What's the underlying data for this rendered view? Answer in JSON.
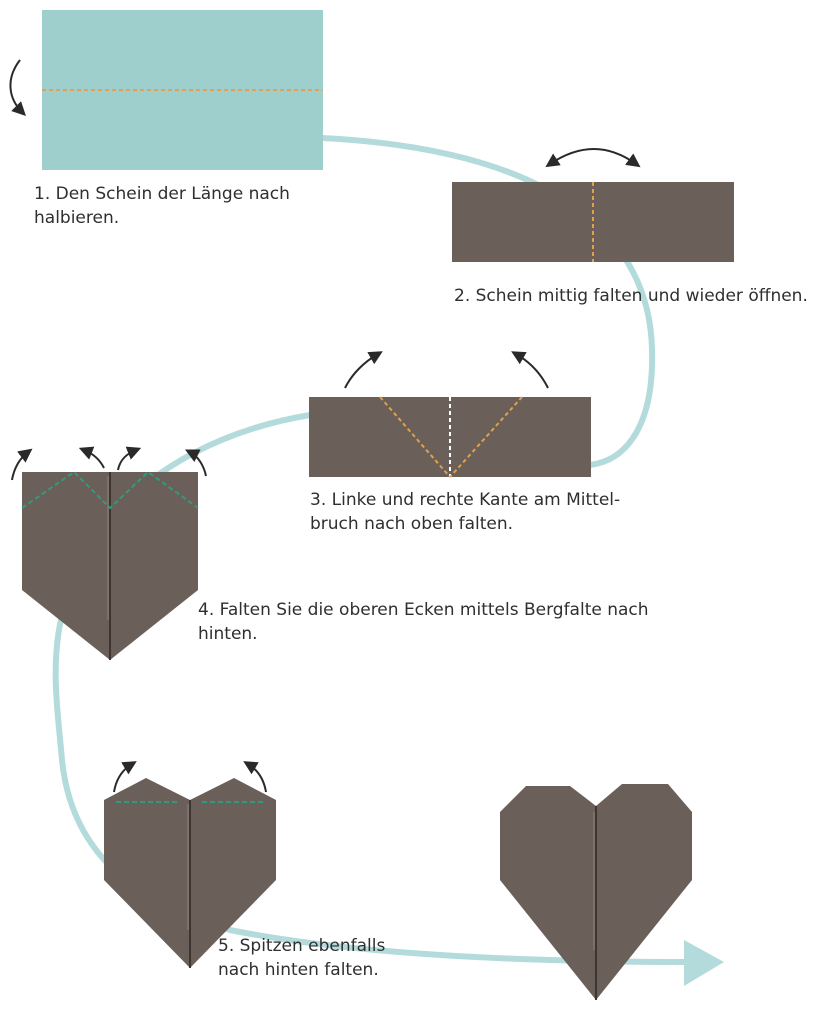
{
  "steps": [
    {
      "number": "1",
      "text": "1. Den Schein der Länge nach\nhalbieren."
    },
    {
      "number": "2",
      "text": "2. Schein mittig falten und wieder öffnen."
    },
    {
      "number": "3",
      "text": "3. Linke und rechte Kante am Mittel-\nbruch nach oben falten."
    },
    {
      "number": "4",
      "text": "4. Falten Sie die oberen Ecken mittels Bergfalte nach\nhinten."
    },
    {
      "number": "5",
      "text": "5. Spitzen ebenfalls\nnach hinten falten."
    }
  ],
  "colors": {
    "note_front": "#9ecfcd",
    "note_back": "#6b5f59",
    "flow_line": "#b3dbdb",
    "valley_fold": "#e0a050",
    "mountain_fold": "#2f9b7f",
    "center_crease": "#ffffff",
    "arrow": "#2a2a2a",
    "text": "#2f2f2f"
  },
  "icons": [
    "fold-arrow-icon",
    "flow-arrowhead-icon"
  ]
}
